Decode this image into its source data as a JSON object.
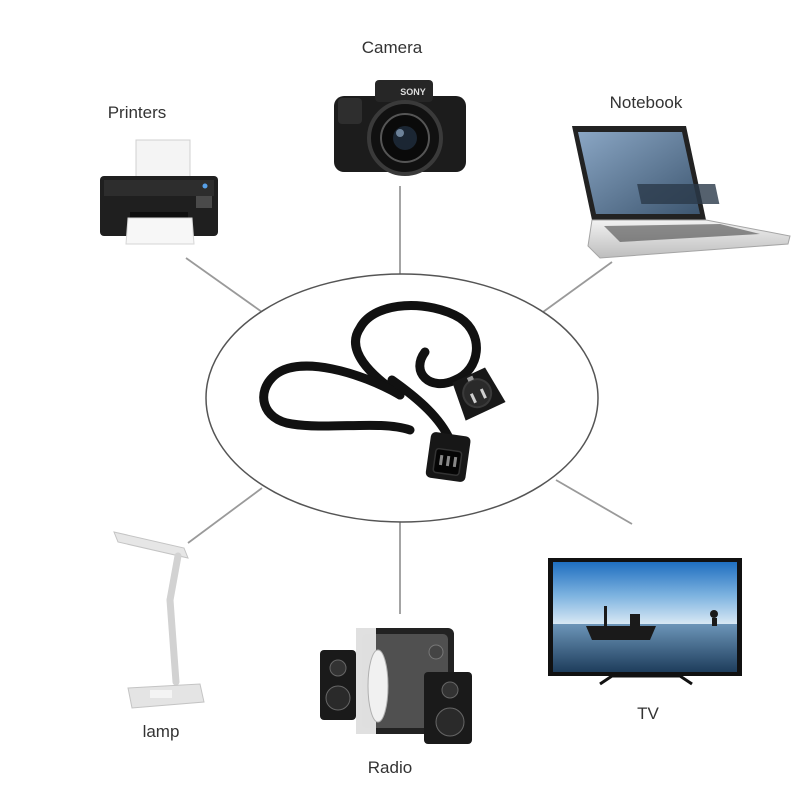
{
  "diagram": {
    "devices": [
      {
        "id": "camera",
        "label": "Camera"
      },
      {
        "id": "printers",
        "label": "Printers"
      },
      {
        "id": "notebook",
        "label": "Notebook"
      },
      {
        "id": "lamp",
        "label": "lamp"
      },
      {
        "id": "radio",
        "label": "Radio"
      },
      {
        "id": "tv",
        "label": "TV"
      }
    ],
    "camera_brand": "SONY",
    "colors": {
      "connector": "#9a9a9a",
      "ellipse": "#555555",
      "cable": "#111111",
      "label": "#333333"
    },
    "icons": {
      "center": "power-cable-icon",
      "camera": "camera-icon",
      "printers": "printer-icon",
      "notebook": "laptop-icon",
      "lamp": "desk-lamp-icon",
      "radio": "speaker-system-icon",
      "tv": "tv-icon"
    }
  }
}
